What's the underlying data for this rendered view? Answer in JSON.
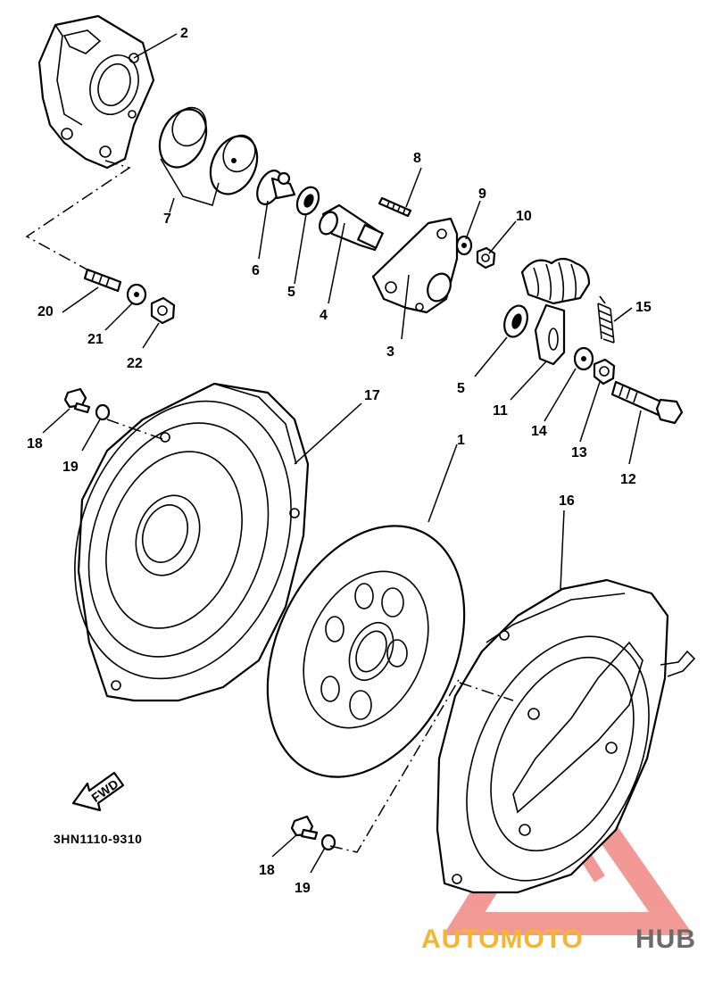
{
  "callouts": {
    "c1": "1",
    "c2": "2",
    "c3": "3",
    "c4": "4",
    "c5a": "5",
    "c5b": "5",
    "c6": "6",
    "c7": "7",
    "c8": "8",
    "c9": "9",
    "c10": "10",
    "c11": "11",
    "c12": "12",
    "c13": "13",
    "c14": "14",
    "c15": "15",
    "c16": "16",
    "c17": "17",
    "c18a": "18",
    "c18b": "18",
    "c19a": "19",
    "c19b": "19",
    "c20": "20",
    "c21": "21",
    "c22": "22"
  },
  "fwd_label": "FWD",
  "diagram_code": "3HN1110-9310",
  "watermark": {
    "brand_orange": "AUTOMOTO",
    "brand_gray": "HUB",
    "color_orange": "#f5b431",
    "color_gray": "#6b6b6b",
    "color_red": "#e8473f"
  }
}
